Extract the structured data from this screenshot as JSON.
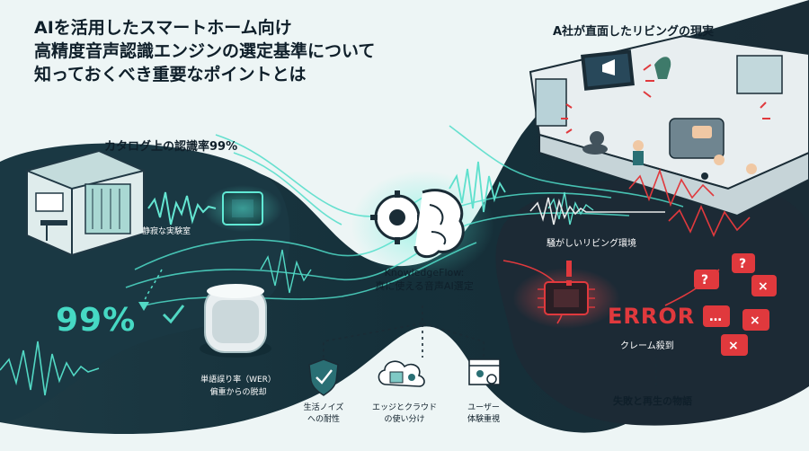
{
  "title": {
    "line1": "AIを活用したスマートホーム向け",
    "line2": "高精度音声認識エンジンの選定基準について",
    "line3": "知っておくべき重要なポイントとは"
  },
  "left_panel": {
    "catalog_label": "カタログ上の認識率99%",
    "lab_label": "静寂な実験室",
    "rate_value": "99%",
    "wer_line1": "単語誤り率（WER）",
    "wer_line2": "偏重からの脱却"
  },
  "center": {
    "brand_line1": "KnowledgeFlow:",
    "brand_line2": "真に使える音声AI選定"
  },
  "pillars": [
    {
      "line1": "生活ノイズ",
      "line2": "への耐性",
      "icon": "shield-check-icon"
    },
    {
      "line1": "エッジとクラウド",
      "line2": "の使い分け",
      "icon": "cloud-chip-icon"
    },
    {
      "line1": "ユーザー",
      "line2": "体験重視",
      "icon": "user-window-icon"
    }
  ],
  "right_panel": {
    "living_title": "A社が直面したリビングの現実",
    "noisy_label": "騒がしいリビング環境",
    "error_label": "ERROR",
    "complaint_label": "クレーム殺到",
    "story_label": "失敗と再生の物語"
  },
  "colors": {
    "dark_bg": "#18303a",
    "teal": "#46d9c4",
    "error_red": "#e0393d",
    "text_dark": "#0f1f2a"
  }
}
